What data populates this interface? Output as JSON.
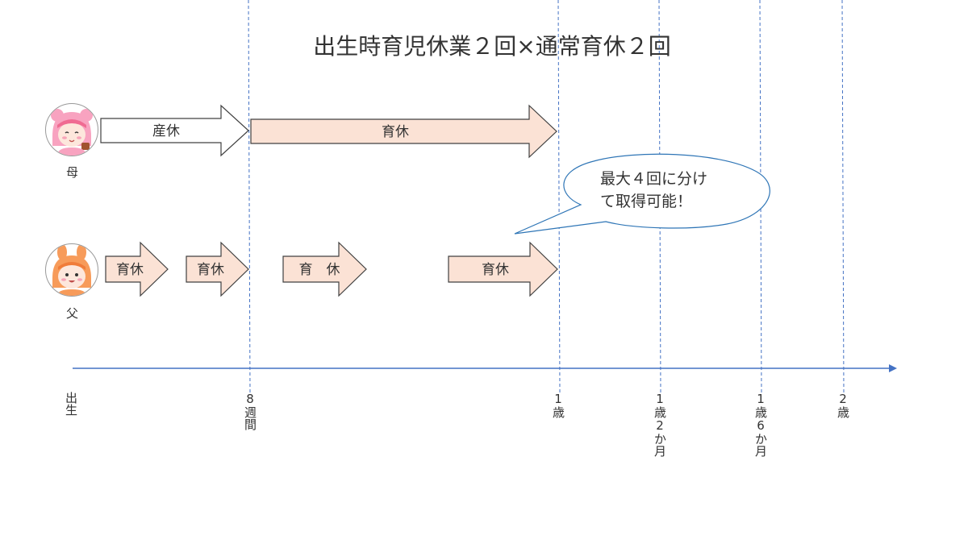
{
  "title": "出生時育児休業２回×通常育休２回",
  "mother": {
    "label": "母",
    "arrows": [
      {
        "label": "産休"
      },
      {
        "label": "育休"
      }
    ]
  },
  "father": {
    "label": "父",
    "arrows": [
      {
        "label": "育休"
      },
      {
        "label": "育休"
      },
      {
        "label": "育　休"
      },
      {
        "label": "育休"
      }
    ]
  },
  "callout": {
    "line1": "最大４回に分け",
    "line2": "て取得可能！"
  },
  "timeline": {
    "marks": [
      {
        "label": "出生"
      },
      {
        "label": "8週間"
      },
      {
        "label": "1歳"
      },
      {
        "label": "1歳2か月"
      },
      {
        "label": "1歳6か月"
      },
      {
        "label": "2歳"
      }
    ]
  },
  "colors": {
    "leave_fill": "#fbe2d5",
    "maternity_fill": "#ffffff",
    "arrow_stroke": "#404040",
    "guide_line": "#4472c4",
    "axis": "#4472c4",
    "callout_border": "#2e75b6",
    "mother_avatar": "#f8a3c0",
    "father_avatar": "#f79b5a"
  }
}
